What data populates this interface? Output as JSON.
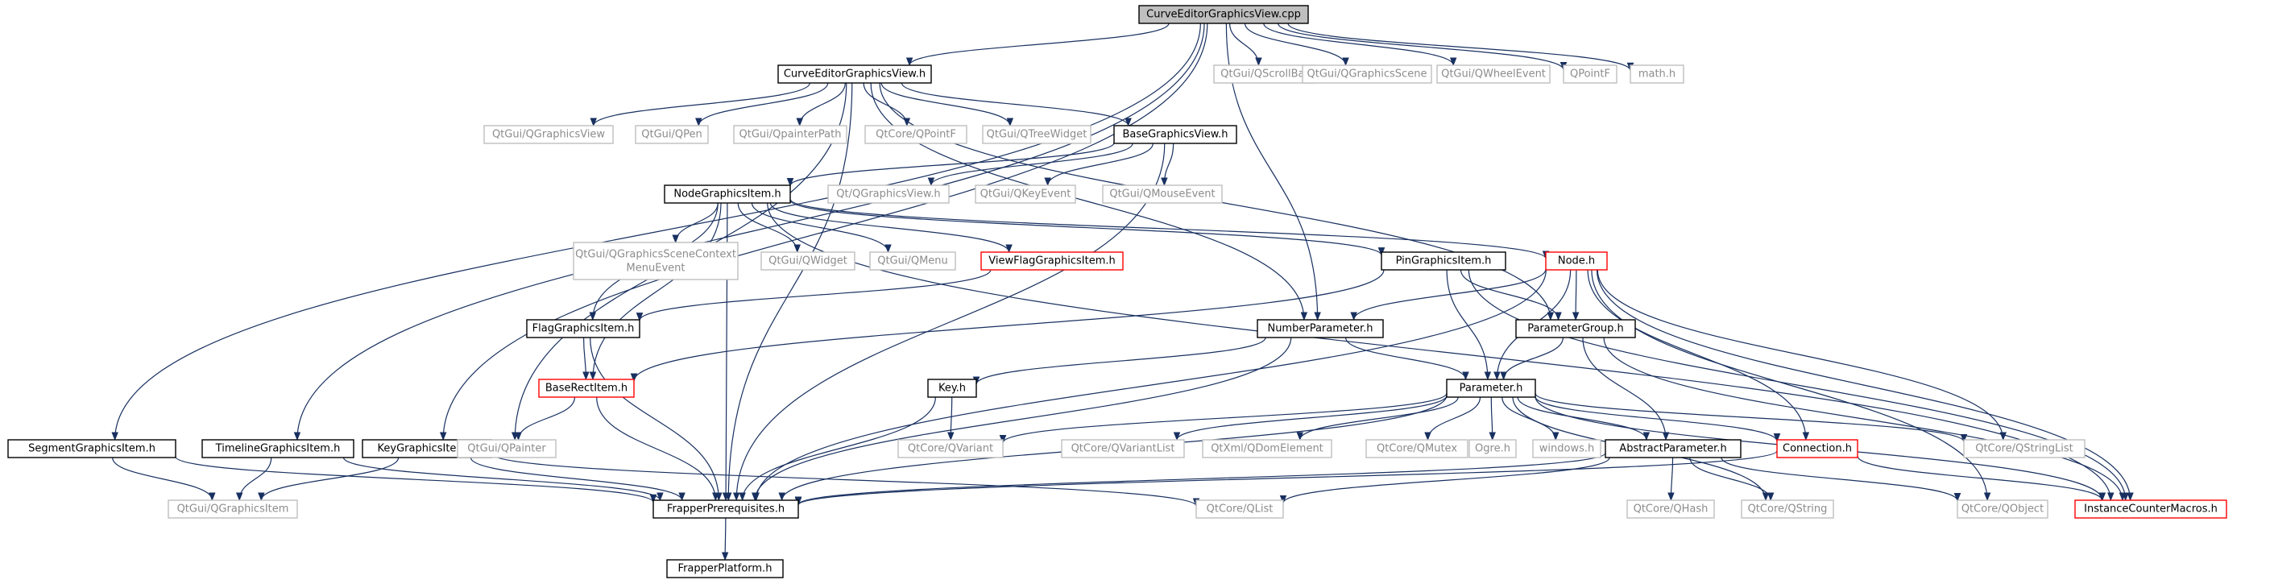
{
  "colors": {
    "edge": "#183060",
    "border_normal": "#000000",
    "border_gray": "#bfbfbf",
    "border_red": "#ff0000",
    "root_fill": "#bfbfbf",
    "text_normal": "#000000",
    "text_gray": "#8c8c8c"
  },
  "nodes": [
    {
      "id": "root",
      "label": "CurveEditorGraphicsView.cpp",
      "style": "root"
    },
    {
      "id": "cegv",
      "label": "CurveEditorGraphicsView.h",
      "style": "normal"
    },
    {
      "id": "qscrollbar",
      "label": "QtGui/QScrollBar",
      "style": "gray"
    },
    {
      "id": "qgraphicsscene",
      "label": "QtGui/QGraphicsScene",
      "style": "gray"
    },
    {
      "id": "qwheelevent",
      "label": "QtGui/QWheelEvent",
      "style": "gray"
    },
    {
      "id": "qpointf",
      "label": "QPointF",
      "style": "gray"
    },
    {
      "id": "mathh",
      "label": "math.h",
      "style": "gray"
    },
    {
      "id": "qgraphicsview",
      "label": "QtGui/QGraphicsView",
      "style": "gray"
    },
    {
      "id": "qpen",
      "label": "QtGui/QPen",
      "style": "gray"
    },
    {
      "id": "qpainterpath",
      "label": "QtGui/QpainterPath",
      "style": "gray"
    },
    {
      "id": "qcorepointf",
      "label": "QtCore/QPointF",
      "style": "gray"
    },
    {
      "id": "qtreewidget",
      "label": "QtGui/QTreeWidget",
      "style": "gray"
    },
    {
      "id": "basegv",
      "label": "BaseGraphicsView.h",
      "style": "normal"
    },
    {
      "id": "ngi",
      "label": "NodeGraphicsItem.h",
      "style": "normal"
    },
    {
      "id": "qtgv",
      "label": "Qt/QGraphicsView.h",
      "style": "gray"
    },
    {
      "id": "qkeyevent",
      "label": "QtGui/QKeyEvent",
      "style": "gray"
    },
    {
      "id": "qmouseevent",
      "label": "QtGui/QMouseEvent",
      "style": "gray"
    },
    {
      "id": "qgscme",
      "label": "QtGui/QGraphicsSceneContext",
      "label2": "MenuEvent",
      "style": "gray"
    },
    {
      "id": "qwidget",
      "label": "QtGui/QWidget",
      "style": "gray"
    },
    {
      "id": "qmenu",
      "label": "QtGui/QMenu",
      "style": "gray"
    },
    {
      "id": "vfgi",
      "label": "ViewFlagGraphicsItem.h",
      "style": "red"
    },
    {
      "id": "pgi",
      "label": "PinGraphicsItem.h",
      "style": "normal"
    },
    {
      "id": "nodeh",
      "label": "Node.h",
      "style": "red"
    },
    {
      "id": "fgi",
      "label": "FlagGraphicsItem.h",
      "style": "normal"
    },
    {
      "id": "nparam",
      "label": "NumberParameter.h",
      "style": "normal"
    },
    {
      "id": "pgroup",
      "label": "ParameterGroup.h",
      "style": "normal"
    },
    {
      "id": "bri",
      "label": "BaseRectItem.h",
      "style": "red"
    },
    {
      "id": "keyh",
      "label": "Key.h",
      "style": "normal"
    },
    {
      "id": "paramh",
      "label": "Parameter.h",
      "style": "normal"
    },
    {
      "id": "sgi",
      "label": "SegmentGraphicsItem.h",
      "style": "normal"
    },
    {
      "id": "tgi",
      "label": "TimelineGraphicsItem.h",
      "style": "normal"
    },
    {
      "id": "kgi",
      "label": "KeyGraphicsItem.h",
      "style": "normal"
    },
    {
      "id": "qpainter",
      "label": "QtGui/QPainter",
      "style": "gray"
    },
    {
      "id": "qvariant",
      "label": "QtCore/QVariant",
      "style": "gray"
    },
    {
      "id": "qvariantlist",
      "label": "QtCore/QVariantList",
      "style": "gray"
    },
    {
      "id": "qdomelement",
      "label": "QtXml/QDomElement",
      "style": "gray"
    },
    {
      "id": "qmutex",
      "label": "QtCore/QMutex",
      "style": "gray"
    },
    {
      "id": "ogreh",
      "label": "Ogre.h",
      "style": "gray"
    },
    {
      "id": "windowsh",
      "label": "windows.h",
      "style": "gray"
    },
    {
      "id": "absparam",
      "label": "AbstractParameter.h",
      "style": "normal"
    },
    {
      "id": "connh",
      "label": "Connection.h",
      "style": "red"
    },
    {
      "id": "qstringlist",
      "label": "QtCore/QStringList",
      "style": "gray"
    },
    {
      "id": "qgraphicsitem",
      "label": "QtGui/QGraphicsItem",
      "style": "gray"
    },
    {
      "id": "frapperpre",
      "label": "FrapperPrerequisites.h",
      "style": "normal"
    },
    {
      "id": "qlist",
      "label": "QtCore/QList",
      "style": "gray"
    },
    {
      "id": "qhash",
      "label": "QtCore/QHash",
      "style": "gray"
    },
    {
      "id": "qstring",
      "label": "QtCore/QString",
      "style": "gray"
    },
    {
      "id": "qobject",
      "label": "QtCore/QObject",
      "style": "gray"
    },
    {
      "id": "icm",
      "label": "InstanceCounterMacros.h",
      "style": "red"
    },
    {
      "id": "frapperplat",
      "label": "FrapperPlatform.h",
      "style": "normal"
    }
  ],
  "edges": [
    [
      "root",
      "cegv"
    ],
    [
      "root",
      "qscrollbar"
    ],
    [
      "root",
      "qgraphicsscene"
    ],
    [
      "root",
      "qwheelevent"
    ],
    [
      "root",
      "qpointf"
    ],
    [
      "root",
      "mathh"
    ],
    [
      "root",
      "sgi"
    ],
    [
      "root",
      "tgi"
    ],
    [
      "root",
      "kgi"
    ],
    [
      "root",
      "nparam"
    ],
    [
      "cegv",
      "qgraphicsview"
    ],
    [
      "cegv",
      "qpen"
    ],
    [
      "cegv",
      "qpainterpath"
    ],
    [
      "cegv",
      "qcorepointf"
    ],
    [
      "cegv",
      "qtreewidget"
    ],
    [
      "cegv",
      "basegv"
    ],
    [
      "cegv",
      "nparam"
    ],
    [
      "cegv",
      "pgroup"
    ],
    [
      "cegv",
      "qpainter"
    ],
    [
      "cegv",
      "frapperpre"
    ],
    [
      "basegv",
      "ngi"
    ],
    [
      "basegv",
      "qtgv"
    ],
    [
      "basegv",
      "qkeyevent"
    ],
    [
      "basegv",
      "qmouseevent"
    ],
    [
      "basegv",
      "frapperpre"
    ],
    [
      "ngi",
      "qgscme"
    ],
    [
      "ngi",
      "qwidget"
    ],
    [
      "ngi",
      "qmenu"
    ],
    [
      "ngi",
      "vfgi"
    ],
    [
      "ngi",
      "pgi"
    ],
    [
      "ngi",
      "nodeh"
    ],
    [
      "ngi",
      "fgi"
    ],
    [
      "ngi",
      "bri"
    ],
    [
      "ngi",
      "frapperpre"
    ],
    [
      "ngi",
      "icm"
    ],
    [
      "vfgi",
      "fgi"
    ],
    [
      "pgi",
      "bri"
    ],
    [
      "pgi",
      "pgroup"
    ],
    [
      "pgi",
      "paramh"
    ],
    [
      "pgi",
      "icm"
    ],
    [
      "nodeh",
      "nparam"
    ],
    [
      "nodeh",
      "pgroup"
    ],
    [
      "nodeh",
      "paramh"
    ],
    [
      "nodeh",
      "connh"
    ],
    [
      "nodeh",
      "qstringlist"
    ],
    [
      "nodeh",
      "qobject"
    ],
    [
      "nodeh",
      "icm"
    ],
    [
      "nodeh",
      "frapperpre"
    ],
    [
      "fgi",
      "bri"
    ],
    [
      "fgi",
      "frapperpre"
    ],
    [
      "nparam",
      "paramh"
    ],
    [
      "nparam",
      "keyh"
    ],
    [
      "nparam",
      "frapperpre"
    ],
    [
      "pgroup",
      "paramh"
    ],
    [
      "pgroup",
      "absparam"
    ],
    [
      "pgroup",
      "icm"
    ],
    [
      "bri",
      "qpainter"
    ],
    [
      "bri",
      "frapperpre"
    ],
    [
      "keyh",
      "qvariant"
    ],
    [
      "keyh",
      "frapperpre"
    ],
    [
      "paramh",
      "qvariant"
    ],
    [
      "paramh",
      "qvariantlist"
    ],
    [
      "paramh",
      "qdomelement"
    ],
    [
      "paramh",
      "qmutex"
    ],
    [
      "paramh",
      "ogreh"
    ],
    [
      "paramh",
      "windowsh"
    ],
    [
      "paramh",
      "absparam"
    ],
    [
      "paramh",
      "connh"
    ],
    [
      "paramh",
      "qstringlist"
    ],
    [
      "paramh",
      "qstring"
    ],
    [
      "paramh",
      "icm"
    ],
    [
      "paramh",
      "frapperpre"
    ],
    [
      "absparam",
      "frapperpre"
    ],
    [
      "absparam",
      "qlist"
    ],
    [
      "absparam",
      "qhash"
    ],
    [
      "absparam",
      "qstring"
    ],
    [
      "absparam",
      "qobject"
    ],
    [
      "connh",
      "frapperpre"
    ],
    [
      "connh",
      "icm"
    ],
    [
      "sgi",
      "qgraphicsitem"
    ],
    [
      "sgi",
      "frapperpre"
    ],
    [
      "tgi",
      "qgraphicsitem"
    ],
    [
      "tgi",
      "frapperpre"
    ],
    [
      "kgi",
      "qgraphicsitem"
    ],
    [
      "kgi",
      "frapperpre"
    ],
    [
      "kgi",
      "qlist"
    ],
    [
      "frapperpre",
      "frapperplat"
    ]
  ]
}
